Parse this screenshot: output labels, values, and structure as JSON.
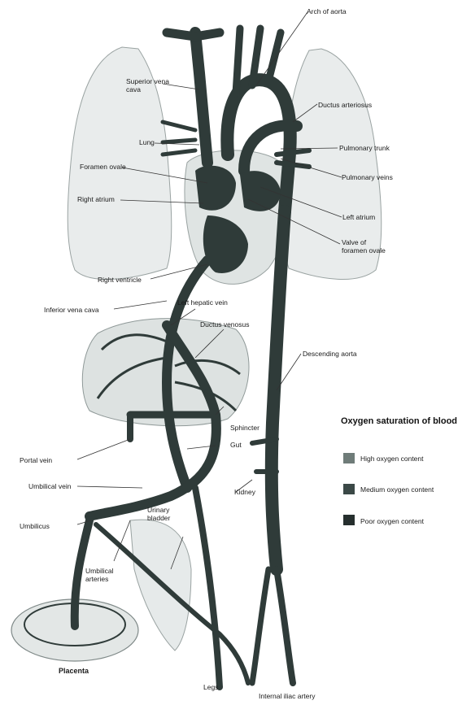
{
  "labels": {
    "arch_of_aorta": "Arch of aorta",
    "superior_vena_cava": "Superior vena cava",
    "ductus_arteriosus": "Ductus arteriosus",
    "lung": "Lung",
    "pulmonary_trunk": "Pulmonary trunk",
    "foramen_ovale": "Foramen ovale",
    "pulmonary_veins": "Pulmonary veins",
    "right_atrium": "Right atrium",
    "left_atrium": "Left atrium",
    "valve_of_foramen_ovale": "Valve of foramen ovale",
    "right_ventricle": "Right ventricle",
    "inferior_vena_cava": "Inferior vena cava",
    "left_hepatic_vein": "Left hepatic vein",
    "ductus_venosus": "Ductus venosus",
    "descending_aorta": "Descending aorta",
    "sphincter": "Sphincter",
    "portal_vein": "Portal vein",
    "gut": "Gut",
    "umbilical_vein": "Umbilical vein",
    "kidney": "Kidney",
    "umbilicus": "Umbilicus",
    "urinary_bladder": "Urinary bladder",
    "umbilical_arteries": "Umbilical arteries",
    "placenta": "Placenta",
    "legs": "Legs",
    "internal_iliac_artery": "Internal iliac artery"
  },
  "legend": {
    "title": "Oxygen saturation of blood",
    "items": [
      {
        "label": "High oxygen content",
        "color": "#6f7c79"
      },
      {
        "label": "Medium oxygen content",
        "color": "#3b4947"
      },
      {
        "label": "Poor oxygen content",
        "color": "#262f2e"
      }
    ]
  },
  "colors": {
    "vessel": "#2f3b39",
    "organ_fill": "#e9ecec",
    "organ_outline": "#9aa3a2"
  }
}
